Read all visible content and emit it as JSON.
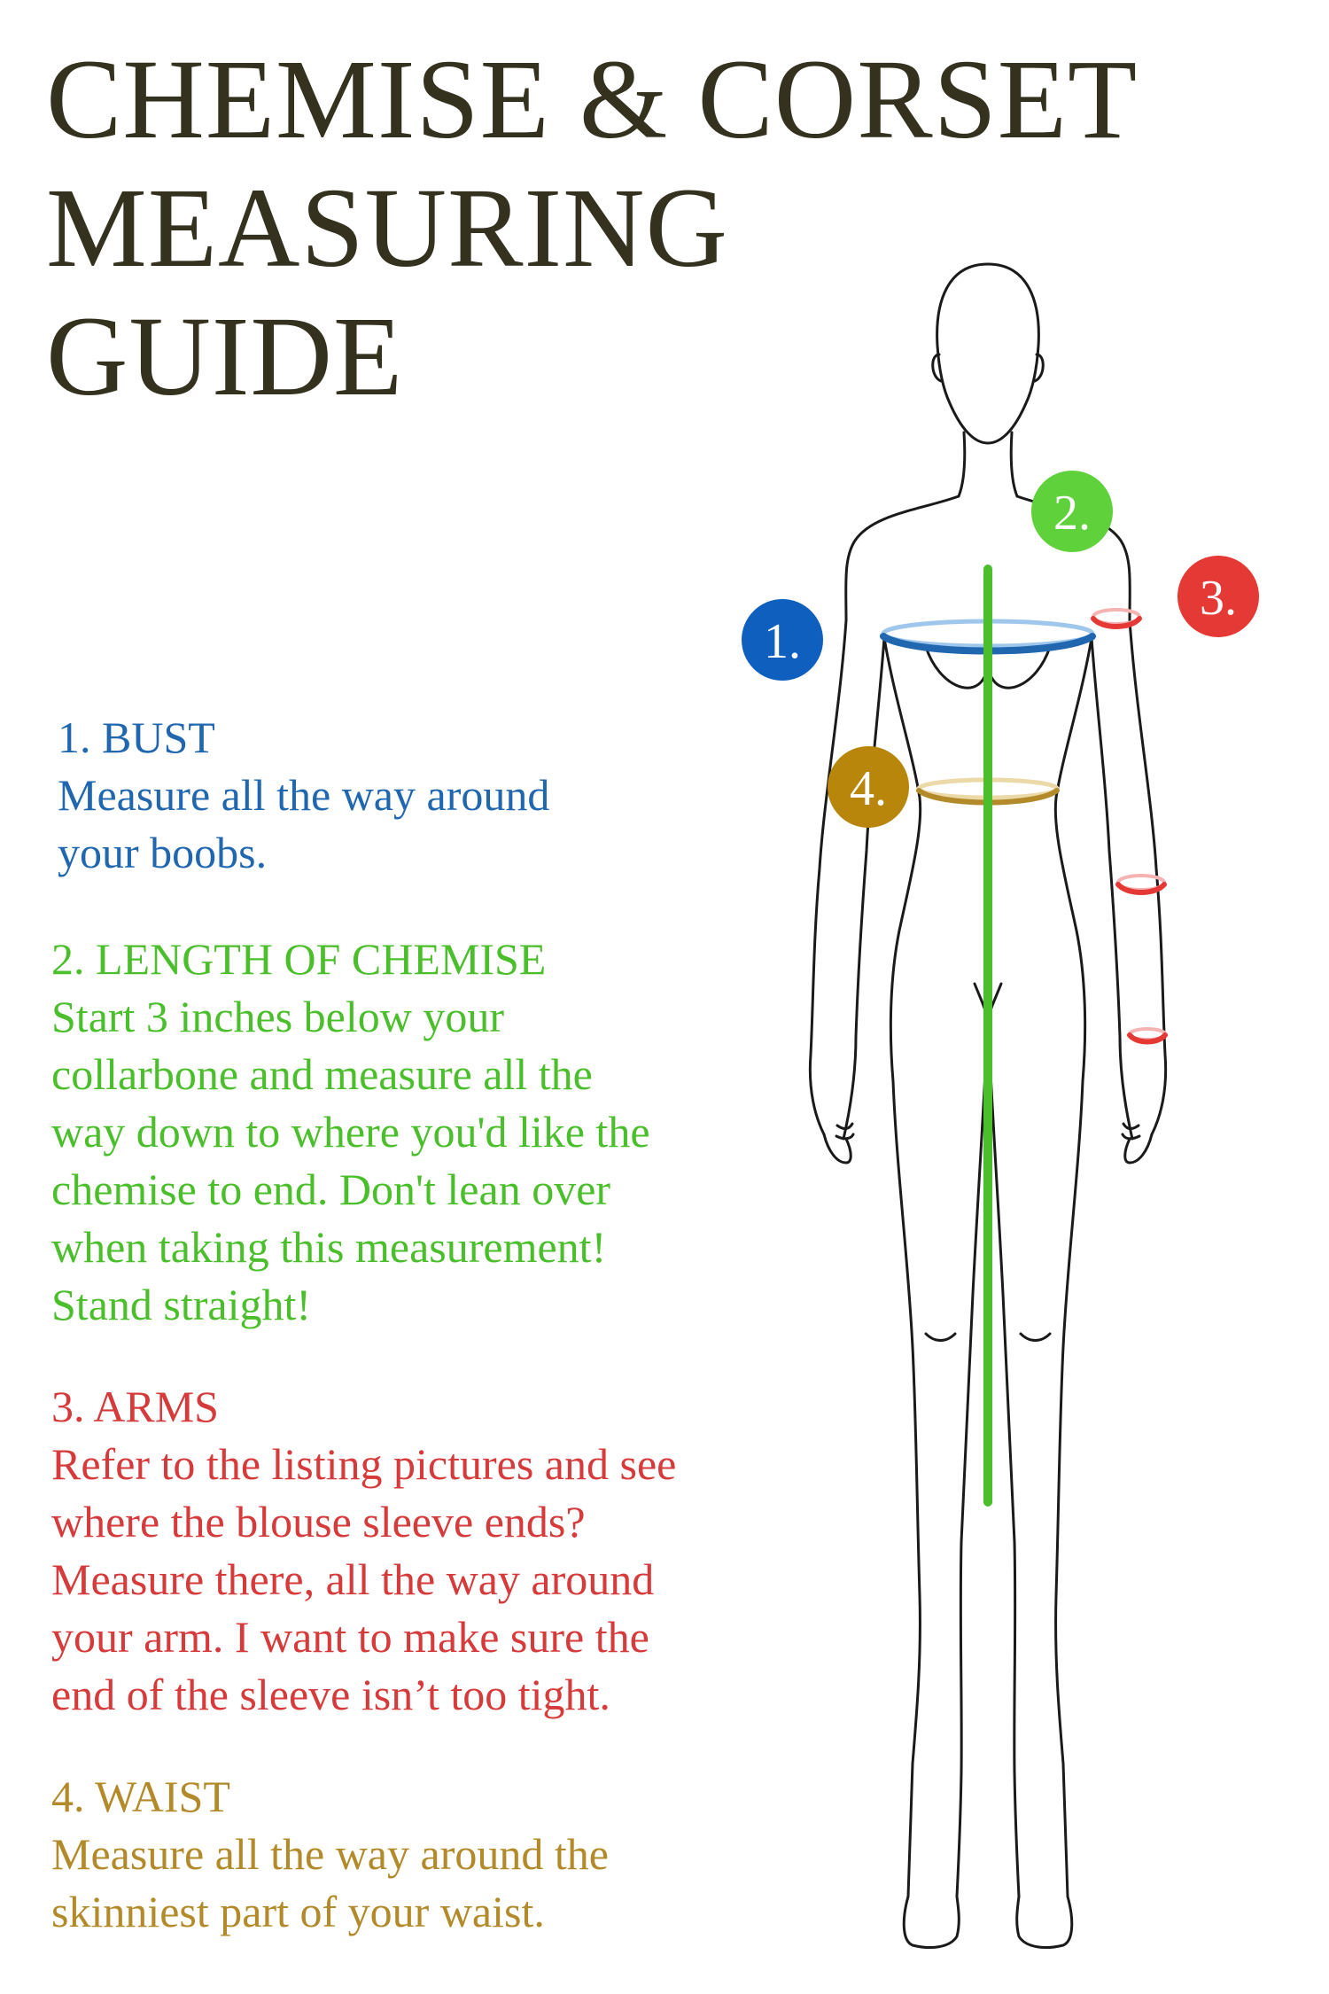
{
  "title": {
    "line1": "CHEMISE & CORSET",
    "line2": "MEASURING",
    "line3": "GUIDE"
  },
  "colors": {
    "title": "#35311f",
    "bust": "#2067b0",
    "length": "#4bbf2b",
    "arms": "#d63a3a",
    "waist": "#b38a2a"
  },
  "markers": {
    "m1": "1.",
    "m2": "2.",
    "m3": "3.",
    "m4": "4."
  },
  "sections": {
    "bust": {
      "heading": "1. BUST",
      "body": [
        "Measure all the way around",
        "your boobs."
      ]
    },
    "length": {
      "heading": "2. LENGTH OF CHEMISE",
      "body": [
        "Start 3 inches below your",
        "collarbone  and measure all the",
        "way down to where you'd like the",
        "chemise to end. Don't lean over",
        "when taking this measurement!",
        "Stand straight!"
      ]
    },
    "arms": {
      "heading": "3. ARMS",
      "body": [
        "Refer to the listing pictures and see",
        "where the blouse sleeve ends?",
        "Measure there, all the way around",
        "your arm. I want to make sure the",
        "end of the sleeve isn’t too tight."
      ]
    },
    "waist": {
      "heading": "4. WAIST",
      "body": [
        "Measure all the way around the",
        "skinniest part of your waist."
      ]
    }
  }
}
